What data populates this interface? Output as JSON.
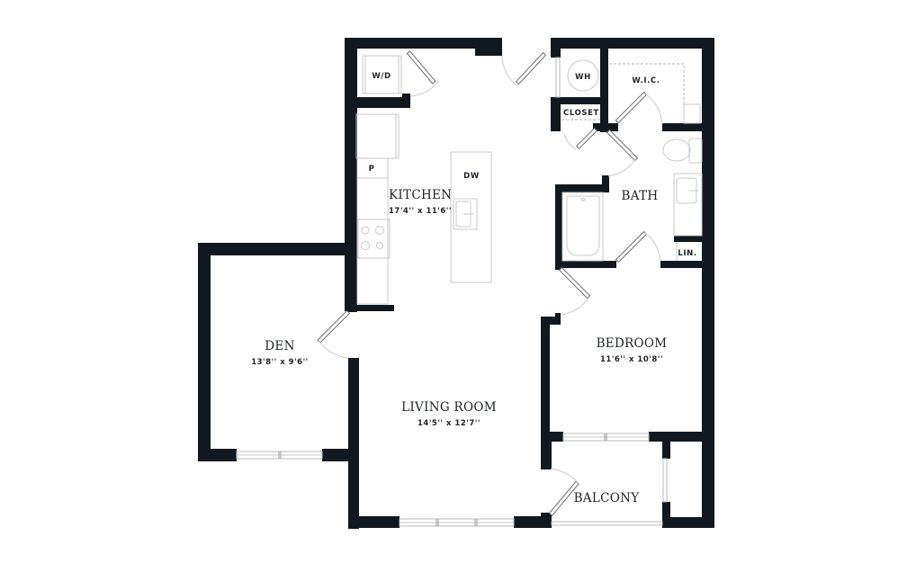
{
  "floor_plan": {
    "wall_color": "#111820",
    "background": "#ffffff",
    "rooms": {
      "kitchen": {
        "name": "KITCHEN",
        "dimensions": "17'4'' x 11'6''"
      },
      "den": {
        "name": "DEN",
        "dimensions": "13'8'' x 9'6''"
      },
      "living_room": {
        "name": "LIVING ROOM",
        "dimensions": "14'5'' x 12'7''"
      },
      "bedroom": {
        "name": "BEDROOM",
        "dimensions": "11'6'' x 10'8''"
      },
      "bath": {
        "name": "BATH"
      },
      "balcony": {
        "name": "BALCONY"
      }
    },
    "fixtures": {
      "washer_dryer": "W/D",
      "water_heater": "WH",
      "closet": "CLOSET",
      "walk_in_closet": "W.I.C.",
      "linen": "LIN.",
      "pantry": "P",
      "dishwasher": "DW"
    }
  }
}
